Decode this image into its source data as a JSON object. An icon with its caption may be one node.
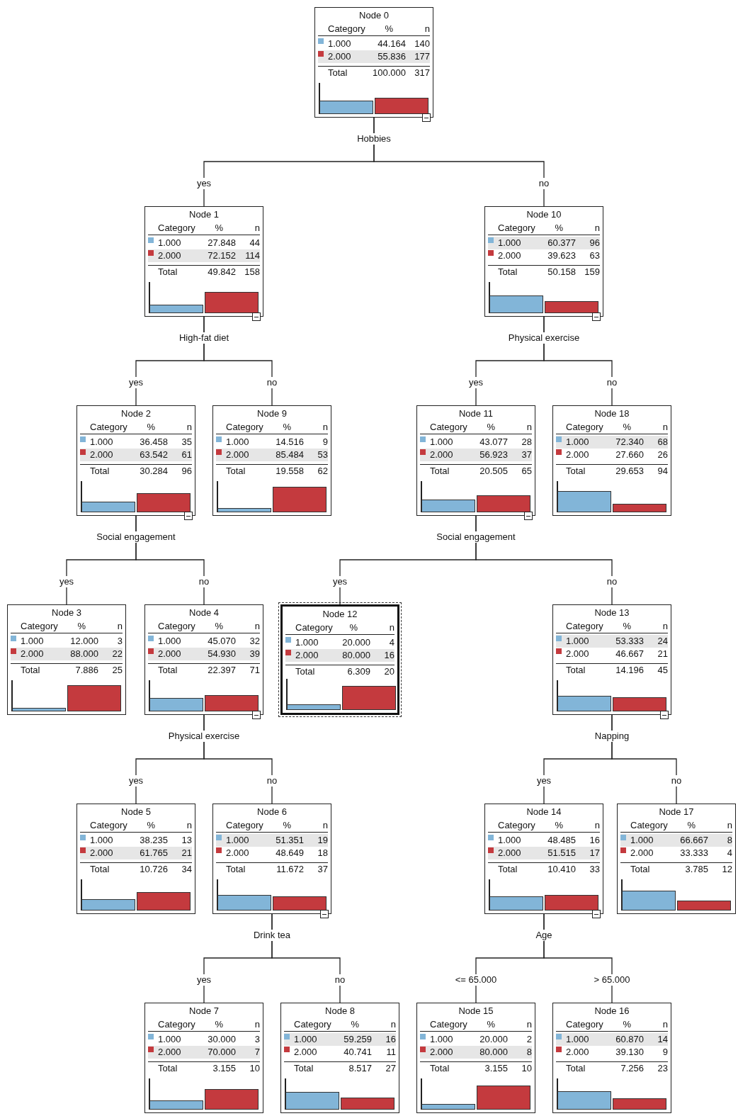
{
  "diagram": {
    "nodes": [
      {
        "text": [
          "Node 0",
          "Category",
          "%",
          "n",
          "1.000",
          "44.164",
          "140",
          "2.000",
          "55.836",
          "177",
          "Total",
          "100.000",
          "317"
        ],
        "beside": [
          "Hobbies"
        ]
      },
      {
        "text": [
          "Node 1",
          "Category",
          "%",
          "n",
          "1.000",
          "27.848",
          "44",
          "2.000",
          "72.152",
          "114",
          "Total",
          "49.842",
          "158"
        ],
        "beside": [
          "High-fat diet"
        ]
      },
      {
        "text": [
          "Node 10",
          "Category",
          "%",
          "n",
          "1.000",
          "60.377",
          "96",
          "2.000",
          "39.623",
          "63",
          "Total",
          "50.158",
          "159"
        ],
        "beside": [
          "Physical exercise"
        ]
      },
      {
        "text": [
          "Node 2",
          "Category",
          "%",
          "n",
          "1.000",
          "36.458",
          "35",
          "2.000",
          "63.542",
          "61",
          "Total",
          "30.284",
          "96"
        ],
        "beside": [
          "Social engagement"
        ]
      },
      {
        "text": [
          "Node 9",
          "Category",
          "%",
          "n",
          "1.000",
          "14.516",
          "9",
          "2.000",
          "85.484",
          "53",
          "Total",
          "19.558",
          "62"
        ]
      },
      {
        "text": [
          "Node 11",
          "Category",
          "%",
          "n",
          "1.000",
          "43.077",
          "28",
          "2.000",
          "56.923",
          "37",
          "Total",
          "20.505",
          "65"
        ],
        "beside": [
          "Social engagement"
        ]
      },
      {
        "text": [
          "Node 18",
          "Category",
          "%",
          "n",
          "1.000",
          "72.340",
          "68",
          "2.000",
          "27.660",
          "26",
          "Total",
          "29.653",
          "94"
        ]
      },
      {
        "text": [
          "Node 3",
          "Category",
          "%",
          "n",
          "1.000",
          "12.000",
          "3",
          "2.000",
          "88.000",
          "22",
          "Total",
          "7.886",
          "25"
        ]
      },
      {
        "text": [
          "Node 4",
          "Category",
          "%",
          "n",
          "1.000",
          "45.070",
          "32",
          "2.000",
          "54.930",
          "39",
          "Total",
          "22.397",
          "71"
        ],
        "beside": [
          "Physical exercise"
        ]
      },
      {
        "text": [
          "Node 12",
          "Category",
          "%",
          "n",
          "1.000",
          "20.000",
          "4",
          "2.000",
          "80.000",
          "16",
          "Total",
          "6.309",
          "20"
        ]
      },
      {
        "text": [
          "Node 13",
          "Category",
          "%",
          "n",
          "1.000",
          "53.333",
          "24",
          "2.000",
          "46.667",
          "21",
          "Total",
          "14.196",
          "45"
        ],
        "beside": [
          "Napping"
        ]
      },
      {
        "text": [
          "Node 5",
          "Category",
          "%",
          "n",
          "1.000",
          "38.235",
          "13",
          "2.000",
          "61.765",
          "21",
          "Total",
          "10.726",
          "34"
        ]
      },
      {
        "text": [
          "Node 6",
          "Category",
          "%",
          "n",
          "1.000",
          "51.351",
          "19",
          "2.000",
          "48.649",
          "18",
          "Total",
          "11.672",
          "37"
        ],
        "beside": [
          "Drink tea"
        ]
      },
      {
        "text": [
          "Node 14",
          "Category",
          "%",
          "n",
          "1.000",
          "48.485",
          "16",
          "2.000",
          "51.515",
          "17",
          "Total",
          "10.410",
          "33"
        ],
        "beside": [
          "Age"
        ]
      },
      {
        "text": [
          "Node 17",
          "Category",
          "%",
          "n",
          "1.000",
          "66.667",
          "8",
          "2.000",
          "33.333",
          "4",
          "Total",
          "3.785",
          "12"
        ]
      },
      {
        "text": [
          "Node 7",
          "Category",
          "%",
          "n",
          "1.000",
          "30.000",
          "3",
          "2.000",
          "70.000",
          "7",
          "Total",
          "3.155",
          "10"
        ]
      },
      {
        "text": [
          "Node 8",
          "Category",
          "%",
          "n",
          "1.000",
          "59.259",
          "16",
          "2.000",
          "40.741",
          "11",
          "Total",
          "8.517",
          "27"
        ]
      },
      {
        "text": [
          "Node 15",
          "Category",
          "%",
          "n",
          "1.000",
          "20.000",
          "2",
          "2.000",
          "80.000",
          "8",
          "Total",
          "3.155",
          "10"
        ]
      },
      {
        "text": [
          "Node 16",
          "Category",
          "%",
          "n",
          "1.000",
          "60.870",
          "14",
          "2.000",
          "39.130",
          "9",
          "Total",
          "7.256",
          "23"
        ]
      }
    ],
    "edges": [
      {
        "from": 0,
        "to": 1,
        "arrow": "none",
        "label": "yes"
      },
      {
        "from": 0,
        "to": 2,
        "arrow": "none",
        "label": "no"
      },
      {
        "from": 1,
        "to": 3,
        "arrow": "none",
        "label": "yes"
      },
      {
        "from": 1,
        "to": 4,
        "arrow": "none",
        "label": "no"
      },
      {
        "from": 2,
        "to": 5,
        "arrow": "none",
        "label": "yes"
      },
      {
        "from": 2,
        "to": 6,
        "arrow": "none",
        "label": "no"
      },
      {
        "from": 3,
        "to": 7,
        "arrow": "none",
        "label": "yes"
      },
      {
        "from": 3,
        "to": 8,
        "arrow": "none",
        "label": "no"
      },
      {
        "from": 5,
        "to": 9,
        "arrow": "none",
        "label": "yes"
      },
      {
        "from": 5,
        "to": 10,
        "arrow": "none",
        "label": "no"
      },
      {
        "from": 8,
        "to": 11,
        "arrow": "none",
        "label": "yes"
      },
      {
        "from": 8,
        "to": 12,
        "arrow": "none",
        "label": "no"
      },
      {
        "from": 10,
        "to": 13,
        "arrow": "none",
        "label": "yes"
      },
      {
        "from": 10,
        "to": 14,
        "arrow": "none",
        "label": "no"
      },
      {
        "from": 12,
        "to": 15,
        "arrow": "none",
        "label": "yes"
      },
      {
        "from": 12,
        "to": 16,
        "arrow": "none",
        "label": "no"
      },
      {
        "from": 13,
        "to": 17,
        "arrow": "none",
        "label": "<= 65.000"
      },
      {
        "from": 13,
        "to": 18,
        "arrow": "none",
        "label": "> 65.000"
      }
    ]
  }
}
